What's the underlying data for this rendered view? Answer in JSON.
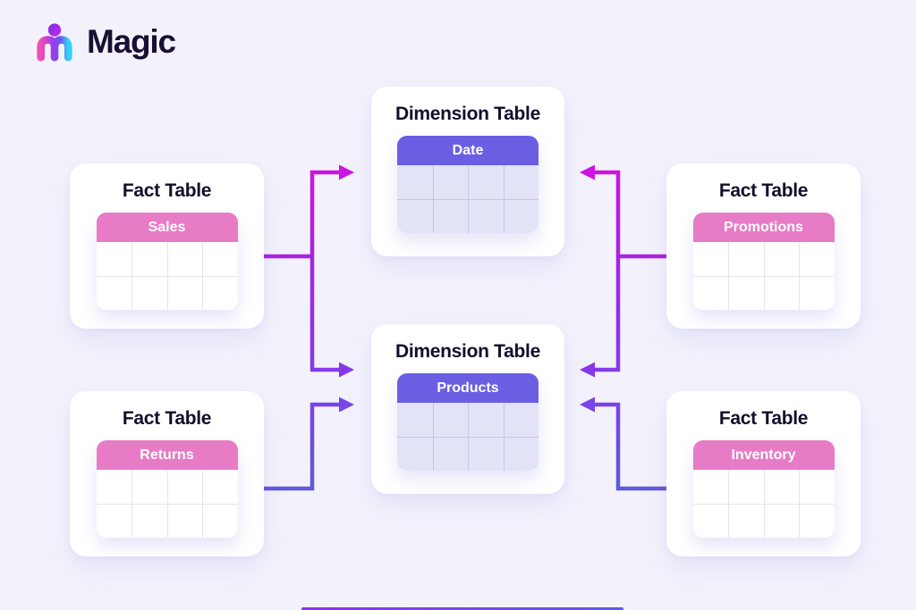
{
  "brand": {
    "name": "Magic"
  },
  "diagram": {
    "cards": [
      {
        "id": "sales",
        "type_label": "Fact Table",
        "name": "Sales",
        "kind": "fact"
      },
      {
        "id": "returns",
        "type_label": "Fact Table",
        "name": "Returns",
        "kind": "fact"
      },
      {
        "id": "date",
        "type_label": "Dimension Table",
        "name": "Date",
        "kind": "dimension"
      },
      {
        "id": "products",
        "type_label": "Dimension Table",
        "name": "Products",
        "kind": "dimension"
      },
      {
        "id": "promotions",
        "type_label": "Fact Table",
        "name": "Promotions",
        "kind": "fact"
      },
      {
        "id": "inventory",
        "type_label": "Fact Table",
        "name": "Inventory",
        "kind": "fact"
      }
    ],
    "grid": {
      "columns": 4,
      "rows": 2
    },
    "connections": [
      {
        "from": "Sales",
        "to": "Date"
      },
      {
        "from": "Sales",
        "to": "Products"
      },
      {
        "from": "Returns",
        "to": "Products"
      },
      {
        "from": "Promotions",
        "to": "Date"
      },
      {
        "from": "Promotions",
        "to": "Products"
      },
      {
        "from": "Inventory",
        "to": "Products"
      }
    ],
    "colors": {
      "background": "#F3F2FB",
      "card": "#FFFFFF",
      "fact_header": "#E87BC6",
      "dimension_header": "#6A5FE3",
      "dimension_body": "#E3E3F8",
      "arrow_magenta": "#CC13E0",
      "arrow_violet": "#5C5BD9",
      "title_text": "#140D2B"
    }
  },
  "bottom_bar": {
    "start_color": "#8F35E8",
    "end_color": "#5F5ADF"
  }
}
